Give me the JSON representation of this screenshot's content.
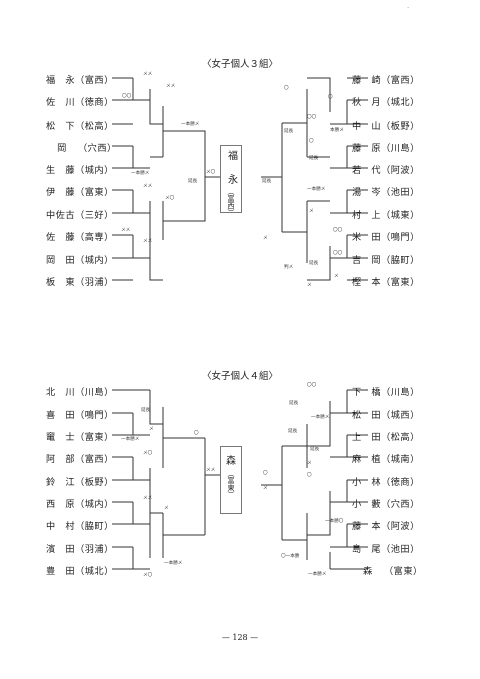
{
  "corner_mark": "·",
  "page_number": "— 128 —",
  "group3": {
    "title": "〈女子個人３組〉",
    "winner": {
      "name": "福　永",
      "school": "（富西）"
    },
    "left": [
      {
        "name": "福　永",
        "school": "（富西）"
      },
      {
        "name": "佐　川",
        "school": "（徳商）"
      },
      {
        "name": "松　下",
        "school": "（松高）"
      },
      {
        "name": "岡",
        "school": "（穴西）"
      },
      {
        "name": "生　藤",
        "school": "（城内）"
      },
      {
        "name": "伊　藤",
        "school": "（富東）"
      },
      {
        "name": "中佐古",
        "school": "（三好）"
      },
      {
        "name": "佐　藤",
        "school": "（高専）"
      },
      {
        "name": "岡　田",
        "school": "（城内）"
      },
      {
        "name": "板　東",
        "school": "（羽浦）"
      }
    ],
    "right": [
      {
        "name": "藤　崎",
        "school": "（富西）"
      },
      {
        "name": "秋　月",
        "school": "（城北）"
      },
      {
        "name": "中　山",
        "school": "（板野）"
      },
      {
        "name": "藤　原",
        "school": "（川島）"
      },
      {
        "name": "若　代",
        "school": "（阿波）"
      },
      {
        "name": "湯　岑",
        "school": "（池田）"
      },
      {
        "name": "村　上",
        "school": "（城東）"
      },
      {
        "name": "米　田",
        "school": "（鳴門）"
      },
      {
        "name": "吉　岡",
        "school": "（脇町）"
      },
      {
        "name": "樫　本",
        "school": "（富東）"
      }
    ],
    "marks": [
      "メメ",
      "〇〇",
      "メメ",
      "一本勝メ",
      "メ〇",
      "一本勝メ",
      "メメ",
      "メ〇",
      "延長",
      "延長",
      "メメ",
      "メメ",
      "〇",
      "〇〇",
      "〇",
      "本勝メ",
      "〇",
      "延長",
      "延長",
      "一本勝メ",
      "メ",
      "〇〇",
      "判メ",
      "メ",
      "メ",
      "〇〇",
      "延長",
      "メ"
    ]
  },
  "group4": {
    "title": "〈女子個人４組〉",
    "winner": {
      "name": "森",
      "school": "（富東）"
    },
    "left": [
      {
        "name": "北　川",
        "school": "（川島）"
      },
      {
        "name": "喜　田",
        "school": "（鳴門）"
      },
      {
        "name": "竃　士",
        "school": "（富東）"
      },
      {
        "name": "阿　部",
        "school": "（富西）"
      },
      {
        "name": "鈴　江",
        "school": "（板野）"
      },
      {
        "name": "西　原",
        "school": "（城内）"
      },
      {
        "name": "中　村",
        "school": "（脇町）"
      },
      {
        "name": "濱　田",
        "school": "（羽浦）"
      },
      {
        "name": "豊　田",
        "school": "（城北）"
      }
    ],
    "right": [
      {
        "name": "下　橋",
        "school": "（川島）"
      },
      {
        "name": "松　田",
        "school": "（城西）"
      },
      {
        "name": "上　田",
        "school": "（松高）"
      },
      {
        "name": "麻　植",
        "school": "（城南）"
      },
      {
        "name": "小　林",
        "school": "（徳商）"
      },
      {
        "name": "小　藪",
        "school": "（穴西）"
      },
      {
        "name": "藤　本",
        "school": "（阿波）"
      },
      {
        "name": "島　尾",
        "school": "（池田）"
      },
      {
        "name": "森",
        "school": "（富東）"
      }
    ],
    "marks": [
      "延長",
      "一本勝メ",
      "メ",
      "〇",
      "メ〇",
      "メメ",
      "メ",
      "メメ",
      "メ〇",
      "一本勝メ",
      "〇〇",
      "延長",
      "一本勝メ",
      "延長",
      "延長",
      "メ",
      "〇",
      "一本勝〇",
      "〇",
      "〇一本勝",
      "一本勝メ",
      "メ"
    ]
  }
}
